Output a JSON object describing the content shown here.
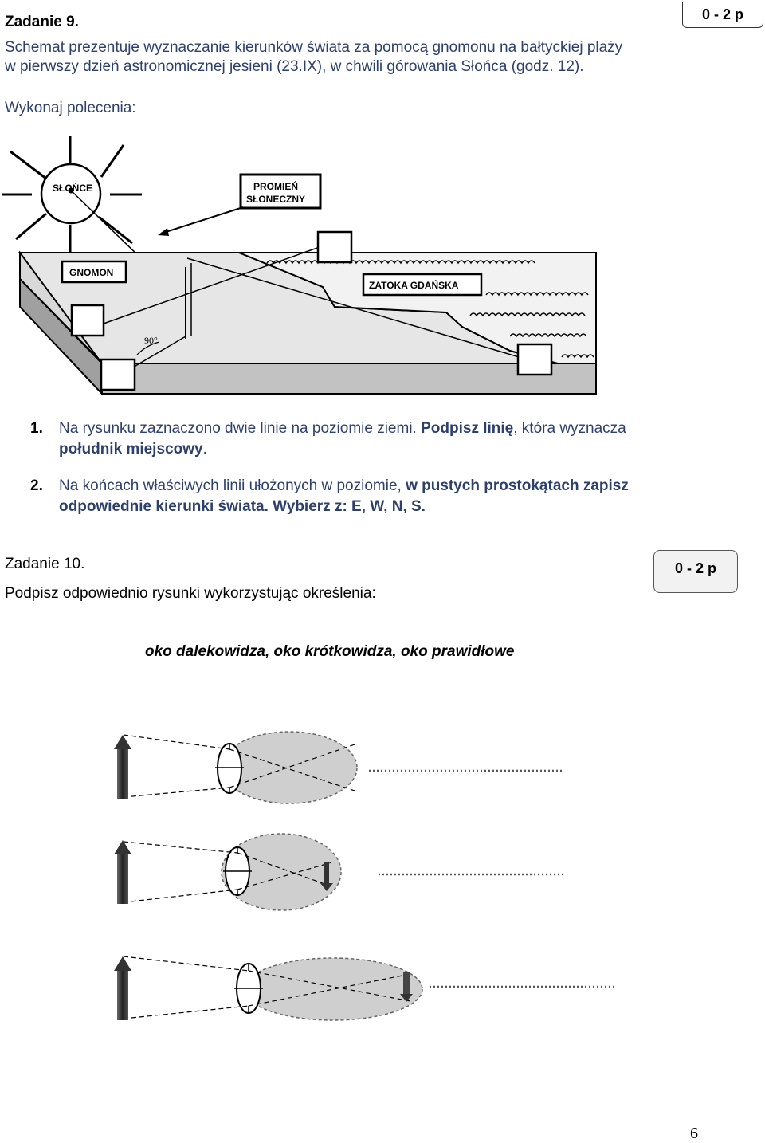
{
  "task9": {
    "title": "Zadanie 9.",
    "points": "0 - 2 p",
    "intro_line1": "Schemat prezentuje wyznaczanie kierunków świata za pomocą gnomonu na bałtyckiej plaży",
    "intro_line2": "w pierwszy dzień astronomicznej jesieni (23.IX), w chwili górowania Słońca (godz. 12).",
    "instructions_heading": "Wykonaj polecenia:",
    "diagram": {
      "sun_label": "SŁOŃCE",
      "ray_label_line1": "PROMIEŃ",
      "ray_label_line2": "SŁONECZNY",
      "gnomon_label": "GNOMON",
      "bay_label": "ZATOKA GDAŃSKA",
      "angle_label": "90°"
    },
    "q1_num": "1.",
    "q1_part1": "Na rysunku zaznaczono dwie linie na poziomie ziemi.",
    "q1_bold1": "Podpisz linię",
    "q1_part2": ", która wyznacza",
    "q1_bold2": "południk miejscowy",
    "q1_end": ".",
    "q2_num": "2.",
    "q2_part1": "Na końcach właściwych linii ułożonych w poziomie,",
    "q2_bold1": "w pustych prostokątach zapisz",
    "q2_bold2": "odpowiednie kierunki świata. Wybierz z: E, W, N, S."
  },
  "task10": {
    "title": "Zadanie 10.",
    "points": "0 - 2 p",
    "instruction": "Podpisz odpowiednio rysunki wykorzystując określenia:",
    "options": "oko dalekowidza, oko krótkowidza, oko prawidłowe"
  },
  "page_number": "6"
}
